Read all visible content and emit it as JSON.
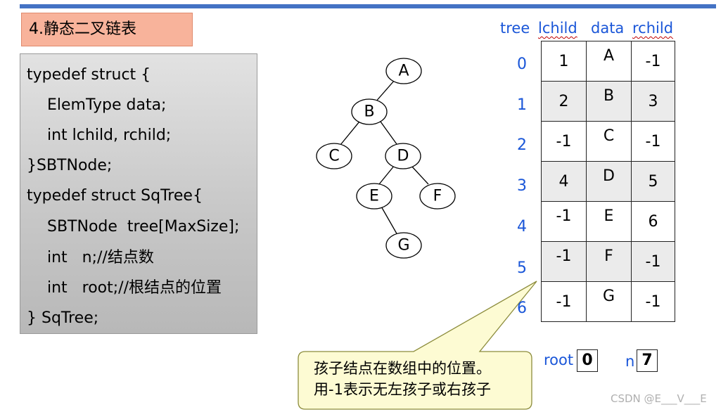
{
  "title": "4.静态二叉链表",
  "code_lines": [
    "typedef struct {",
    "ElemType data;",
    "int lchild, rchild;",
    "}SBTNode;",
    "typedef struct SqTree{",
    "SBTNode  tree[MaxSize];",
    "int   n;//结点数",
    "int   root;//根结点的位置",
    "} SqTree;"
  ],
  "tree_nodes": [
    "A",
    "B",
    "C",
    "D",
    "E",
    "F",
    "G"
  ],
  "table": {
    "headers": {
      "tree": "tree",
      "lchild": "lchild",
      "data": "data",
      "rchild": "rchild"
    },
    "rows": [
      {
        "index": "0",
        "lchild": "1",
        "data": "A",
        "rchild": "-1"
      },
      {
        "index": "1",
        "lchild": "2",
        "data": "B",
        "rchild": "3"
      },
      {
        "index": "2",
        "lchild": "-1",
        "data": "C",
        "rchild": "-1"
      },
      {
        "index": "3",
        "lchild": "4",
        "data": "D",
        "rchild": "5"
      },
      {
        "index": "4",
        "lchild": "-1",
        "data": "E",
        "rchild": "6"
      },
      {
        "index": "5",
        "lchild": "-1",
        "data": "F",
        "rchild": "-1"
      },
      {
        "index": "6",
        "lchild": "-1",
        "data": "G",
        "rchild": "-1"
      }
    ]
  },
  "root": {
    "label": "root",
    "value": "0"
  },
  "n": {
    "label": "n",
    "value": "7"
  },
  "callout": {
    "line1": "孩子结点在数组中的位置。",
    "line2": "用-1表示无左孩子或右孩子"
  },
  "watermark": "CSDN @E___V___E",
  "colors": {
    "accent_bar": "#4472c4",
    "index_blue": "#1a56d8",
    "title_fill": "#f8b39b",
    "callout_fill": "#fdfbd3"
  }
}
